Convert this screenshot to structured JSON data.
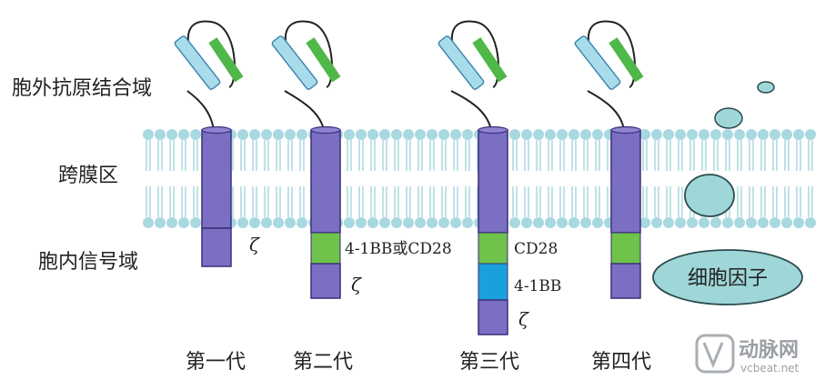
{
  "labels": {
    "extracellular": "胞外抗原结合域",
    "transmembrane": "跨膜区",
    "intracellular": "胞内信号域",
    "cytokine": "细胞因子"
  },
  "generations": [
    {
      "name": "第一代",
      "domains": [
        {
          "label": "ζ",
          "color": "#7b6fc4"
        }
      ]
    },
    {
      "name": "第二代",
      "domains": [
        {
          "label": "4-1BB或CD28",
          "color": "#6fc24a"
        },
        {
          "label": "ζ",
          "color": "#7b6fc4"
        }
      ]
    },
    {
      "name": "第三代",
      "domains": [
        {
          "label": "CD28",
          "color": "#6fc24a"
        },
        {
          "label": "4-1BB",
          "color": "#1aa0dc"
        },
        {
          "label": "ζ",
          "color": "#7b6fc4"
        }
      ]
    },
    {
      "name": "第四代",
      "domains": [
        {
          "color": "#6fc24a"
        },
        {
          "color": "#7b6fc4"
        }
      ]
    }
  ],
  "colors": {
    "membrane_bead": "#a8d8e0",
    "membrane_tail": "#9fd2dc",
    "receptor": "#7b6fc4",
    "receptor_stroke": "#3a2f78",
    "scfv": "#a9dcea",
    "antigen": "#4fb848",
    "cytokine_fill": "#9fd6d8"
  },
  "watermark": {
    "brand": "动脉网",
    "url": "vcbeat.net",
    "logo_icon": "vb-logo-icon"
  }
}
